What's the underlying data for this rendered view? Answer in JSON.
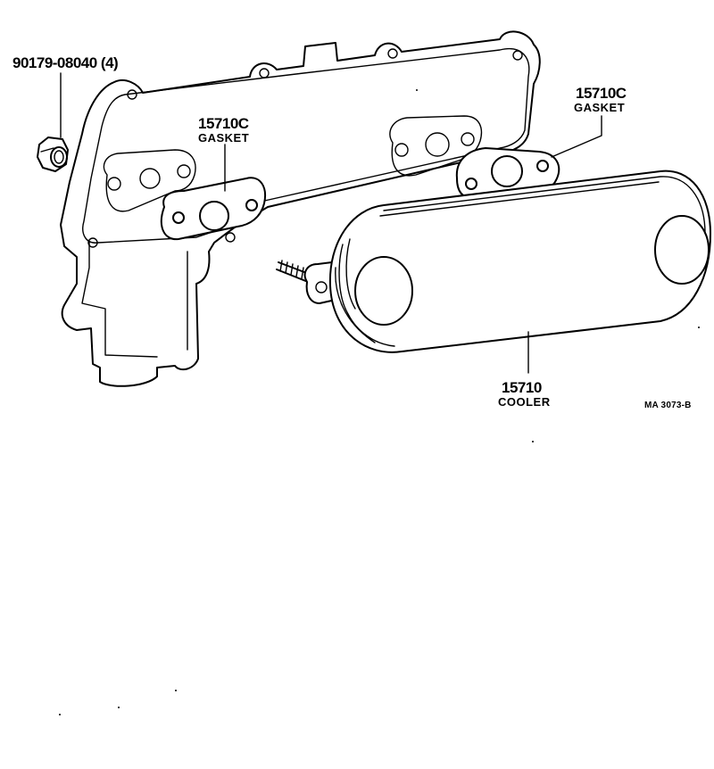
{
  "parts": [
    {
      "id": "nut",
      "part_number": "90179-08040 (4)",
      "name": ""
    },
    {
      "id": "gasket-left",
      "part_number": "15710C",
      "name": "GASKET"
    },
    {
      "id": "gasket-right",
      "part_number": "15710C",
      "name": "GASKET"
    },
    {
      "id": "cooler",
      "part_number": "15710",
      "name": "COOLER"
    }
  ],
  "figure_ref": "MA  3073-B"
}
